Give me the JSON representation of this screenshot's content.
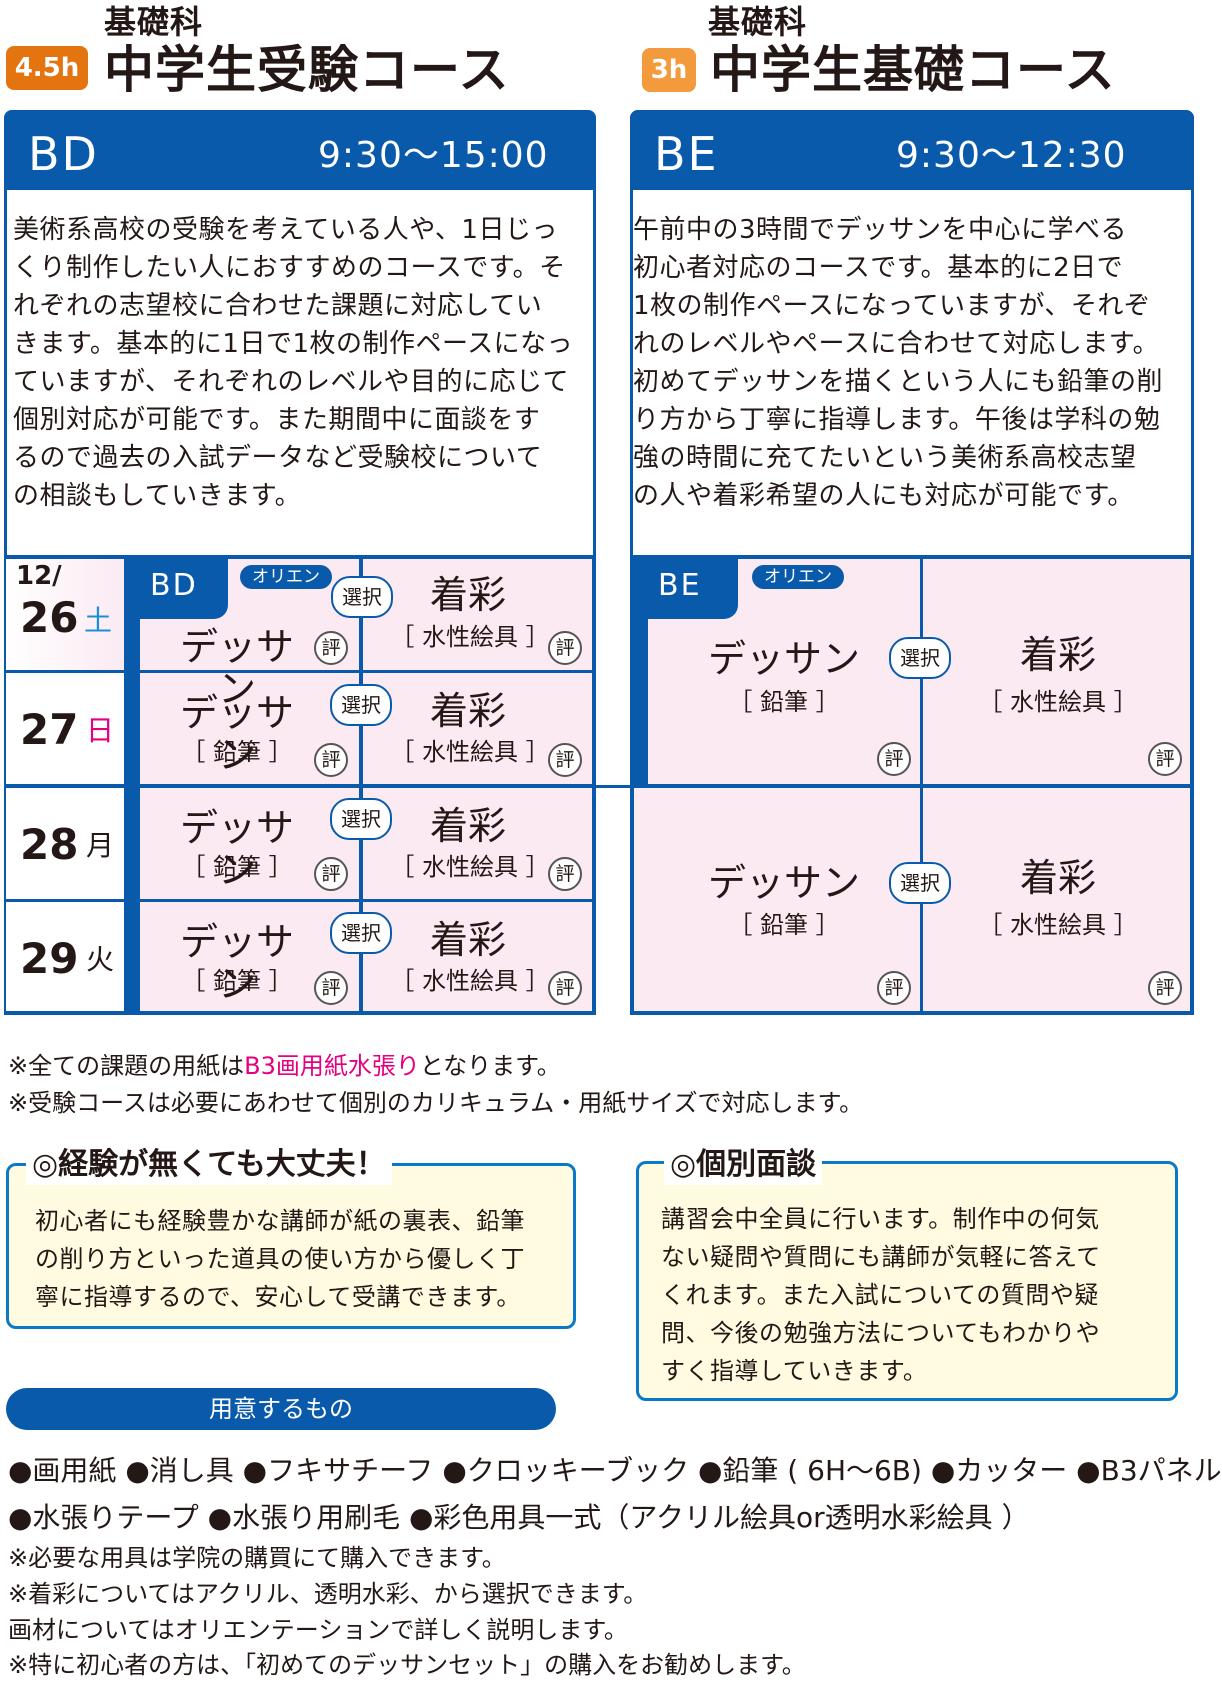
{
  "colors": {
    "blue": "#0a5aac",
    "pink": "#fbeaf2",
    "orange_dark": "#e3740f",
    "orange_light": "#f39a3c",
    "magenta": "#e4007f",
    "sat": "#1b8fd6"
  },
  "left_course": {
    "kiso": "基礎科",
    "title": "中学生受験コース",
    "hours": "4.5h",
    "code": "BD",
    "time": "9:30～15:00",
    "desc": [
      "美術系高校の受験を考えている人や、1日じっ",
      "くり制作したい人におすすめのコースです。そ",
      "れぞれの志望校に合わせた課題に対応してい",
      "きます。基本的に1日で1枚の制作ペースになっ",
      "ていますが、それぞれのレベルや目的に応じて",
      "個別対応が可能です。また期間中に面談をす",
      "るので過去の入試データなど受験校について",
      "の相談もしていきます。"
    ]
  },
  "right_course": {
    "kiso": "基礎科",
    "title": "中学生基礎コース",
    "hours": "3h",
    "code": "BE",
    "time": "9:30～12:30",
    "desc": [
      "午前中の3時間でデッサンを中心に学べる",
      "初心者対応のコースです。基本的に2日で",
      "1枚の制作ペースになっていますが、それぞ",
      "れのレベルやペースに合わせて対応します。",
      "初めてデッサンを描くという人にも鉛筆の削",
      "り方から丁寧に指導します。午後は学科の勉",
      "強の時間に充てたいという美術系高校志望",
      "の人や着彩希望の人にも対応が可能です。"
    ]
  },
  "schedule": {
    "month": "12/",
    "days": [
      {
        "num": "26",
        "day": "土"
      },
      {
        "num": "27",
        "day": "日"
      },
      {
        "num": "28",
        "day": "月"
      },
      {
        "num": "29",
        "day": "火"
      }
    ],
    "labels": {
      "orien": "オリエン",
      "sentaku": "選択",
      "dessin": "デッサン",
      "pencil": "［ 鉛筆 ］",
      "chakusai": "着彩",
      "paint": "［ 水性絵具 ］",
      "hyo": "評"
    }
  },
  "notes": [
    "※全ての課題の用紙は",
    "B3画用紙水張り",
    "となります。",
    "※受験コースは必要にあわせて個別のカリキュラム・用紙サイズで対応します。"
  ],
  "box_left": {
    "title": "◎経験が無くても大丈夫！",
    "text": [
      "初心者にも経験豊かな講師が紙の裏表、鉛筆",
      "の削り方といった道具の使い方から優しく丁",
      "寧に指導するので、安心して受講できます。"
    ]
  },
  "box_right": {
    "title": "◎個別面談",
    "text": [
      "講習会中全員に行います。制作中の何気",
      "ない疑問や質問にも講師が気軽に答えて",
      "くれます。また入試についての質問や疑",
      "問、今後の勉強方法についてもわかりや",
      "すく指導していきます。"
    ]
  },
  "supplies": {
    "title": "用意するもの",
    "line1": "●画用紙 ●消し具 ●フキサチーフ ●クロッキーブック ●鉛筆 ( 6H～6B) ●カッター ●B3パネル",
    "line2": "●水張りテープ ●水張り用刷毛 ●彩色用具一式（アクリル絵具or透明水彩絵具 ）",
    "notes": [
      "※必要な用具は学院の購買にて購入できます。",
      "※着彩についてはアクリル、透明水彩、から選択できます。",
      "画材についてはオリエンテーションで詳しく説明します。",
      "※特に初心者の方は、「初めてのデッサンセット」の購入をお勧めします。"
    ]
  }
}
